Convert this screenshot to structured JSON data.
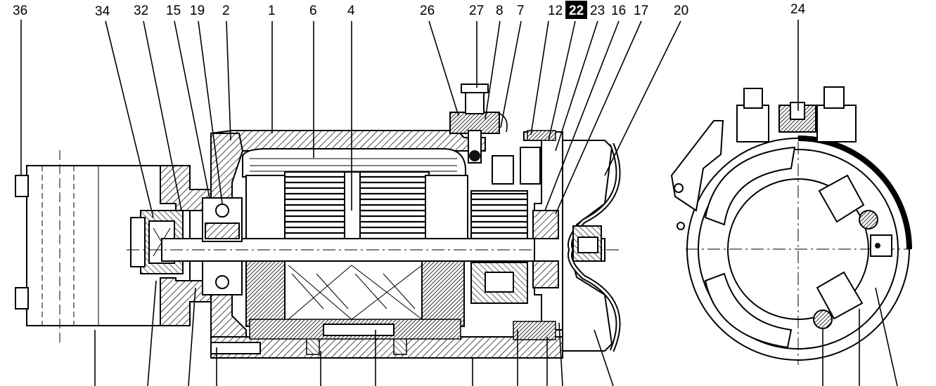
{
  "labels": {
    "l36": "36",
    "l34": "34",
    "l32": "32",
    "l15": "15",
    "l19": "19",
    "l2": "2",
    "l1": "1",
    "l6": "6",
    "l4": "4",
    "l26": "26",
    "l27": "27",
    "l8": "8",
    "l7": "7",
    "l12": "12",
    "l22": "22",
    "l23": "23",
    "l16": "16",
    "l17": "17",
    "l20": "20",
    "l24": "24"
  },
  "highlight_color": "#000000"
}
